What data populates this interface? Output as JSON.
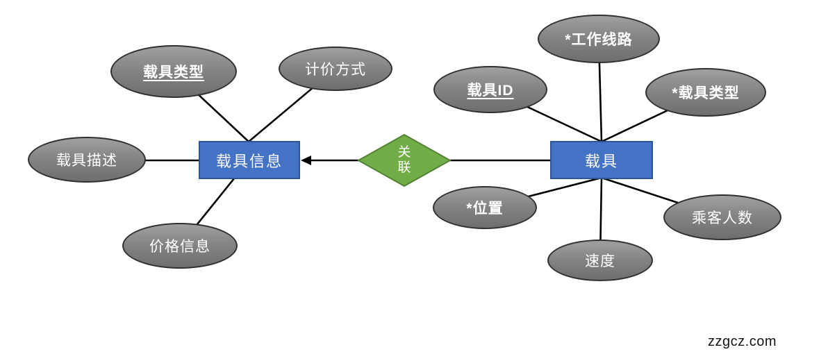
{
  "diagram": {
    "type": "er-diagram",
    "watermark": "zzgcz.com",
    "colors": {
      "entity_fill": "#4472C4",
      "entity_border": "#2E5597",
      "relationship_fill": "#70AD47",
      "relationship_border": "#538135",
      "attribute_fill": "#808080",
      "attribute_border": "#303030",
      "connector": "#000000",
      "shape_text": "#FFFFFF",
      "watermark_text": "#141414"
    },
    "left_entity": {
      "label": "载具信息"
    },
    "right_entity": {
      "label": "载具"
    },
    "relationship": {
      "label": "关联",
      "arrow_points_to": "载具信息"
    },
    "left_attributes": [
      {
        "label": "载具类型",
        "is_key": true
      },
      {
        "label": "计价方式",
        "is_key": false
      },
      {
        "label": "载具描述",
        "is_key": false
      },
      {
        "label": "价格信息",
        "is_key": false
      }
    ],
    "right_attributes": [
      {
        "label": "*工作线路",
        "is_key": false,
        "required": true
      },
      {
        "label": "载具ID",
        "is_key": true,
        "required": false
      },
      {
        "label": "*载具类型",
        "is_key": false,
        "required": true
      },
      {
        "label": "*位置",
        "is_key": false,
        "required": true
      },
      {
        "label": "速度",
        "is_key": false,
        "required": false
      },
      {
        "label": "乘客人数",
        "is_key": false,
        "required": false
      }
    ]
  }
}
